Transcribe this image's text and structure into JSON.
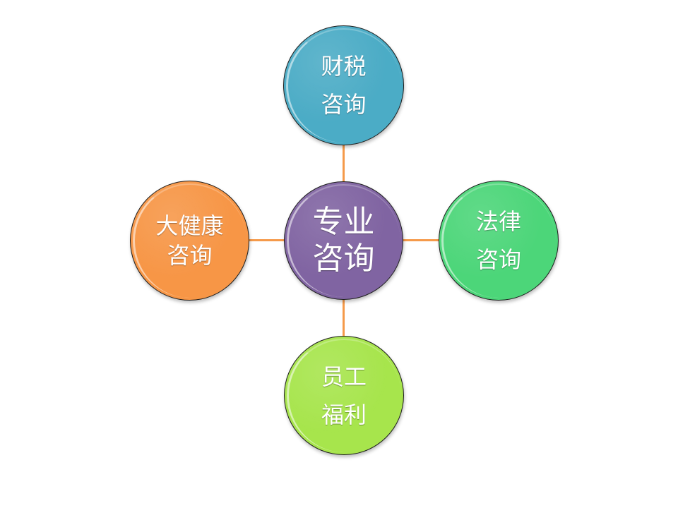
{
  "diagram": {
    "type": "radial-hub",
    "connector_color": "#f59a4a",
    "center": {
      "lines": [
        "专业",
        "咨询"
      ],
      "label": "专业咨询",
      "color": "#8064a2"
    },
    "satellites": [
      {
        "position": "top",
        "lines": [
          "财税",
          "咨询"
        ],
        "label": "财税咨询",
        "color": "#4bacc6"
      },
      {
        "position": "left",
        "lines": [
          "大健康",
          "咨询"
        ],
        "label": "大健康咨询",
        "color": "#f79646"
      },
      {
        "position": "right",
        "lines": [
          "法律",
          "咨询"
        ],
        "label": "法律咨询",
        "color": "#4cd679"
      },
      {
        "position": "bottom",
        "lines": [
          "员工",
          "福利"
        ],
        "label": "员工福利",
        "color": "#a7e54c"
      }
    ]
  }
}
